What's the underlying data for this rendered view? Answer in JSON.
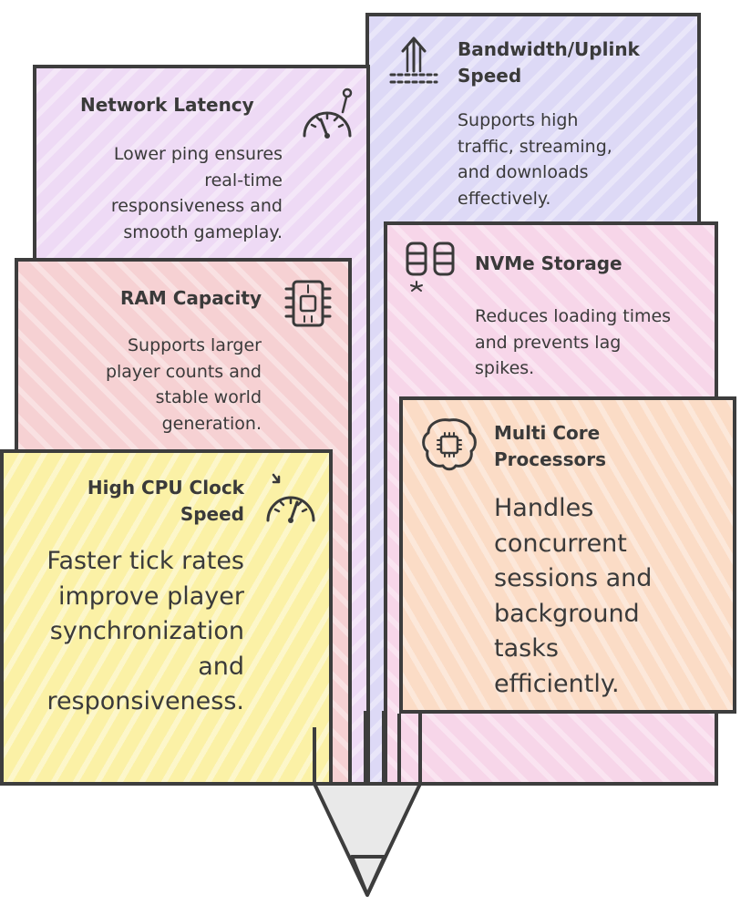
{
  "cards": {
    "bandwidth": {
      "title": "Bandwidth/Uplink\nSpeed",
      "body": "Supports high\ntraffic, streaming,\nand downloads\neffectively.",
      "icon": "upload-arrow-icon",
      "color": "#ddd9f6"
    },
    "latency": {
      "title": "Network Latency",
      "body": "Lower ping ensures\nreal-time\nresponsiveness and\nsmooth gameplay.",
      "icon": "speedometer-antenna-icon",
      "color": "#eedaf5"
    },
    "nvme": {
      "title": "NVMe Storage",
      "body": "Reduces loading times\nand prevents lag\nspikes.",
      "icon": "database-icon",
      "color": "#f7d6e9"
    },
    "ram": {
      "title": "RAM Capacity",
      "body": "Supports larger\nplayer counts and\nstable world\ngeneration.",
      "icon": "memory-chip-icon",
      "color": "#f6d1d3"
    },
    "cpu": {
      "title": "High CPU Clock\nSpeed",
      "body": "Faster tick rates\nimprove player\nsynchronization\nand\nresponsiveness.",
      "icon": "gauge-icon",
      "color": "#fbf1a6"
    },
    "multicore": {
      "title": "Multi Core\nProcessors",
      "body": "Handles\nconcurrent\nsessions and\nbackground\ntasks\nefficiently.",
      "icon": "brain-chip-icon",
      "color": "#fbdcc6"
    }
  }
}
